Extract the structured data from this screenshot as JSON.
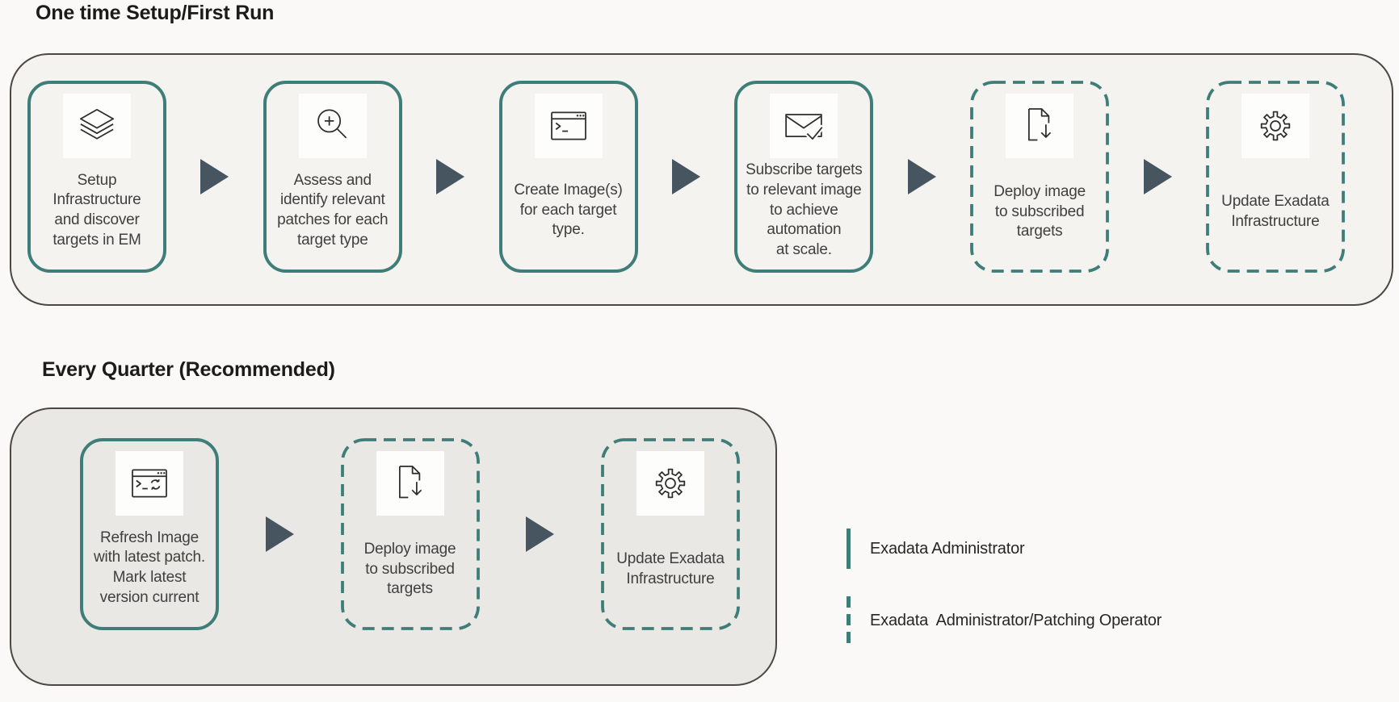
{
  "sections": [
    {
      "title": "One time Setup/First Run",
      "steps": [
        {
          "icon": "layers-icon",
          "border": "solid",
          "label": "Setup\nInfrastructure\nand discover\ntargets in EM"
        },
        {
          "icon": "search-plus-icon",
          "border": "solid",
          "label": "Assess and\nidentify relevant\npatches for each\ntarget type"
        },
        {
          "icon": "terminal-icon",
          "border": "solid",
          "label": "Create Image(s)\nfor each target\ntype."
        },
        {
          "icon": "envelope-check-icon",
          "border": "solid",
          "label": "Subscribe  targets\nto relevant image\nto achieve\nautomation\nat scale."
        },
        {
          "icon": "file-download-icon",
          "border": "dashed",
          "label": "Deploy image\nto subscribed\ntargets"
        },
        {
          "icon": "gear-icon",
          "border": "dashed",
          "label": "Update Exadata\nInfrastructure"
        }
      ]
    },
    {
      "title": "Every Quarter (Recommended)",
      "steps": [
        {
          "icon": "terminal-refresh-icon",
          "border": "solid",
          "label": "Refresh Image\nwith latest patch.\nMark latest\nversion current"
        },
        {
          "icon": "file-download-icon",
          "border": "dashed",
          "label": "Deploy image\nto subscribed\ntargets"
        },
        {
          "icon": "gear-icon",
          "border": "dashed",
          "label": "Update Exadata\nInfrastructure"
        }
      ]
    }
  ],
  "legend": {
    "items": [
      {
        "line_style": "solid",
        "label": "Exadata Administrator"
      },
      {
        "line_style": "dashed",
        "label": "Exadata  Administrator/Patching Operator"
      }
    ]
  },
  "colors": {
    "teal_border": "#3F7E78",
    "arrow": "#46555F",
    "container_border": "#4B4843",
    "container1_fill": "#F4F3F0",
    "container2_fill": "#E9E8E5",
    "page_background": "#FAF9F7",
    "icon_stroke": "#2D2D2D",
    "text": "#3F3F3F"
  }
}
